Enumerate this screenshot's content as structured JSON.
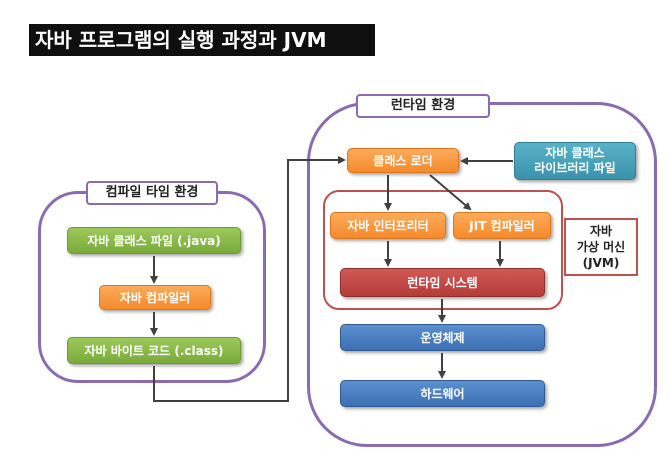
{
  "title": "자바 프로그램의 실행 과정과 JVM",
  "compile_time": {
    "label": "컴파일 타임 환경",
    "steps": [
      "자바 클래스 파일 (.java)",
      "자바 컴파일러",
      "자바 바이트 코드 (.class)"
    ]
  },
  "runtime": {
    "label": "런타임 환경",
    "class_loader": "클래스 로더",
    "class_library": "자바 클래스\n라이브러리 파일",
    "interpreter": "자바 인터프리터",
    "jit": "JIT 컴파일러",
    "runtime_system": "런타임 시스템",
    "os": "운영체제",
    "hardware": "하드웨어",
    "jvm_label": "자바\n가상 머신\n(JVM)"
  },
  "colors": {
    "green": "#8cbb4a",
    "orange": "#f79646",
    "teal": "#4bacc6",
    "red": "#c0504d",
    "blue": "#4f81bd",
    "frame": "#8064a2"
  }
}
